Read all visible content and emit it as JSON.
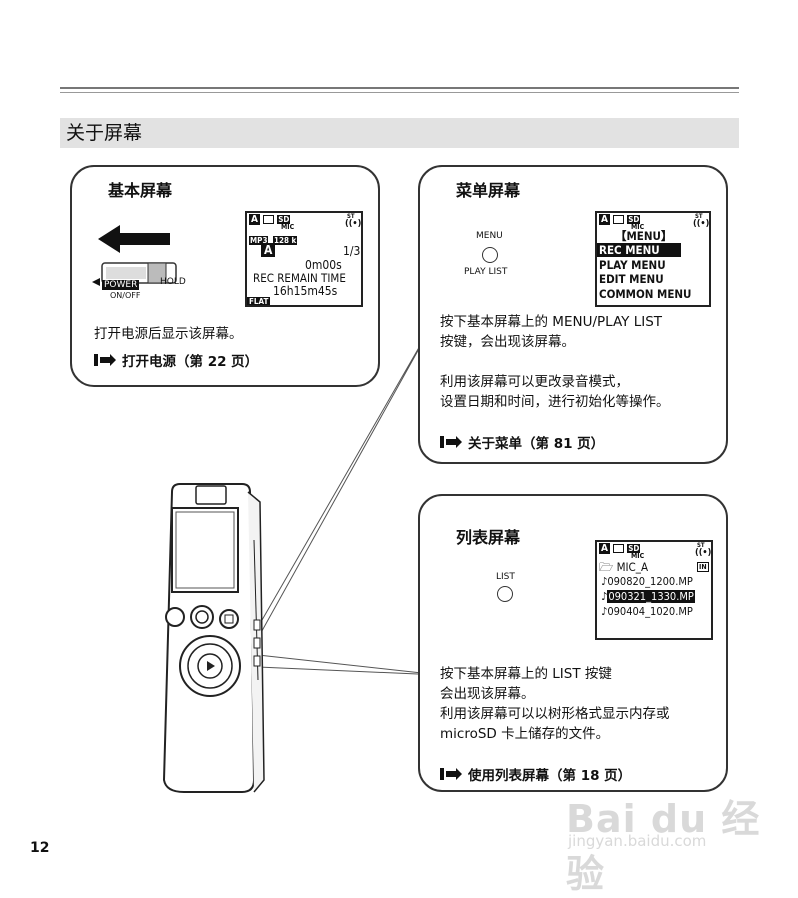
{
  "section_title": "关于屏幕",
  "page_number": "12",
  "basic_screen": {
    "title": "基本屏幕",
    "desc": "打开电源后显示该屏幕。",
    "ref": "打开电源（第 22 页）",
    "switch_labels": {
      "power": "POWER",
      "hold": "HOLD",
      "onoff": "ON/OFF"
    },
    "lcd": {
      "folder": "A",
      "sd": "SD",
      "mic": "MIC",
      "st": "ST",
      "format": "MP3",
      "bitrate": "128 k",
      "count": "1/3",
      "elapsed": "0m00s",
      "remain_label": "REC REMAIN TIME",
      "remain_value": "16h15m45s",
      "eq": "FLAT"
    }
  },
  "menu_screen": {
    "title": "菜单屏幕",
    "button_top": "MENU",
    "button_bottom": "PLAY LIST",
    "desc1": "按下基本屏幕上的  MENU/PLAY LIST",
    "desc2": "按键，会出现该屏幕。",
    "desc3": "利用该屏幕可以更改录音模式，",
    "desc4": "设置日期和时间，进行初始化等操作。",
    "ref": "关于菜单（第  81  页）",
    "lcd": {
      "header": "【MENU】",
      "items": [
        "REC MENU",
        "PLAY MENU",
        "EDIT MENU",
        "COMMON MENU"
      ],
      "selected": 0
    }
  },
  "list_screen": {
    "title": "列表屏幕",
    "button": "LIST",
    "desc1": "按下基本屏幕上的  LIST  按键",
    "desc2": "会出现该屏幕。",
    "desc3": "利用该屏幕可以以树形格式显示内存或",
    "desc4": "microSD  卡上储存的文件。",
    "ref": "使用列表屏幕（第  18  页）",
    "lcd": {
      "folder": "MIC_A",
      "memory_badge": "IN",
      "files": [
        "090820_1200.MP",
        "090321_1330.MP",
        "090404_1020.MP"
      ],
      "selected": 1
    }
  },
  "watermark": {
    "brand": "Bai du 经验",
    "url": "jingyan.baidu.com"
  }
}
